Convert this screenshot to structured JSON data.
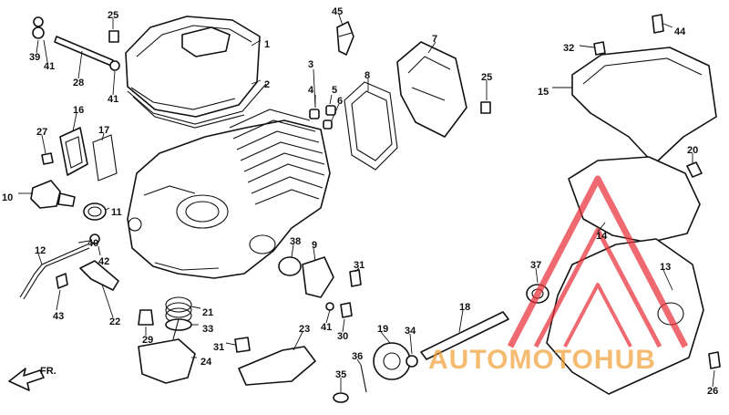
{
  "colors": {
    "ink": "#111111",
    "watermark_red": "#e8323a",
    "watermark_orange": "#f2a23a"
  },
  "watermark": {
    "part_a": "AUTOMOTO",
    "part_b": "HUB"
  },
  "direction_label": "FR.",
  "callouts": [
    "1",
    "2",
    "3",
    "4",
    "5",
    "6",
    "7",
    "8",
    "9",
    "10",
    "11",
    "12",
    "13",
    "14",
    "15",
    "16",
    "17",
    "18",
    "19",
    "20",
    "21",
    "22",
    "23",
    "24",
    "25",
    "25",
    "26",
    "27",
    "28",
    "29",
    "30",
    "31",
    "31",
    "32",
    "33",
    "34",
    "35",
    "36",
    "37",
    "38",
    "39",
    "40",
    "41",
    "41",
    "41",
    "42",
    "43",
    "44",
    "45"
  ]
}
